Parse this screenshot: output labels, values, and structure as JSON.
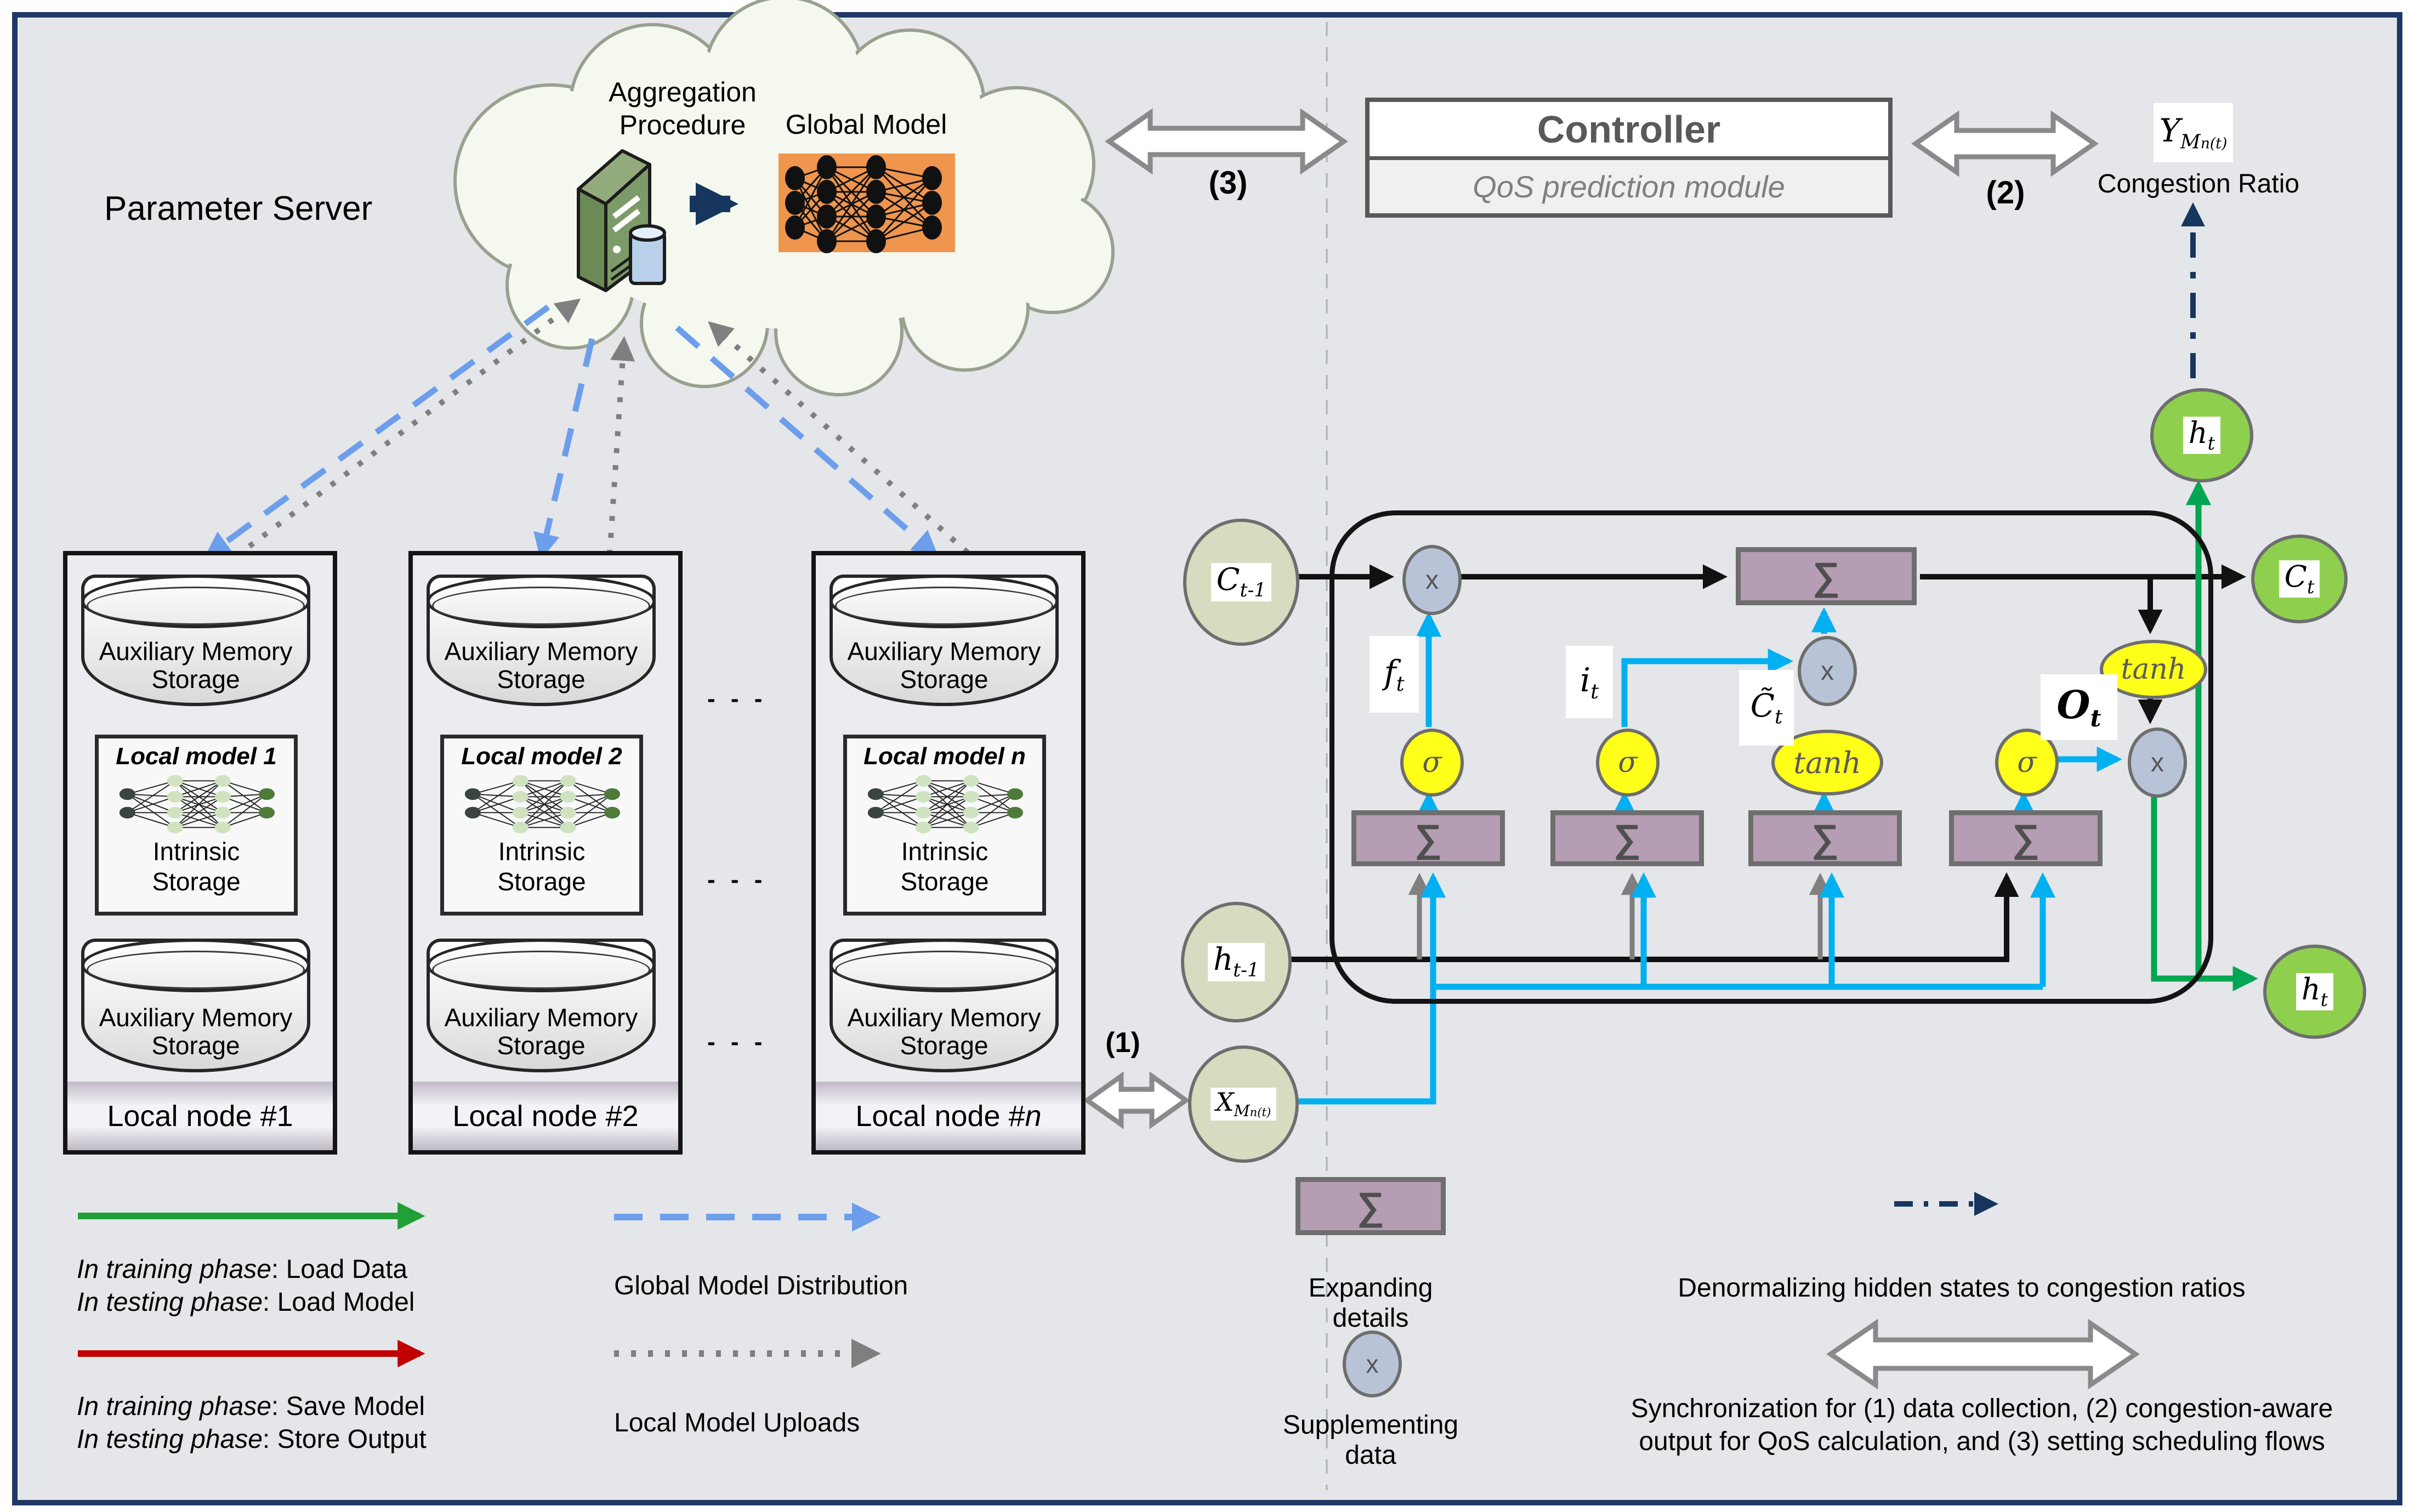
{
  "title": "Parameter Server",
  "cloud": {
    "aggregation": "Aggregation Procedure",
    "global_model": "Global Model"
  },
  "controller": {
    "title": "Controller",
    "subtitle": "QoS prediction module"
  },
  "congestion": {
    "y": "Y",
    "y_sub": "M",
    "y_subsub": "n(t)",
    "label": "Congestion Ratio"
  },
  "sync": {
    "one": "(1)",
    "two": "(2)",
    "three": "(3)"
  },
  "gap_ellipsis": "- - -",
  "nodes": [
    {
      "aux_top": "Auxiliary Memory Storage",
      "model_title": "Local model 1",
      "intrinsic": "Intrinsic Storage",
      "aux_bottom": "Auxiliary Memory Storage",
      "footer_prefix": "Local node #",
      "footer_id": "1"
    },
    {
      "aux_top": "Auxiliary Memory Storage",
      "model_title": "Local model 2",
      "intrinsic": "Intrinsic Storage",
      "aux_bottom": "Auxiliary Memory Storage",
      "footer_prefix": "Local node #",
      "footer_id": "2"
    },
    {
      "aux_top": "Auxiliary Memory Storage",
      "model_title": "Local model n",
      "intrinsic": "Intrinsic Storage",
      "aux_bottom": "Auxiliary Memory Storage",
      "footer_prefix": "Local node #",
      "footer_id": "n"
    }
  ],
  "lstm": {
    "c_prev": {
      "base": "C",
      "sub": "t-1"
    },
    "h_prev": {
      "base": "h",
      "sub": "t-1"
    },
    "x_in": {
      "base": "X",
      "sub": "M",
      "subsub": "n(t)"
    },
    "c_out": {
      "base": "C",
      "sub": "t"
    },
    "h_out": {
      "base": "h",
      "sub": "t"
    },
    "sigma": "σ",
    "tanh": "tanh",
    "sum": "∑",
    "mult": "x",
    "f": {
      "base": "f",
      "sub": "t"
    },
    "i": {
      "base": "i",
      "sub": "t"
    },
    "c_tilde": {
      "base": "C̃",
      "sub": "t"
    },
    "o": {
      "base": "O",
      "sub": "t"
    }
  },
  "legend": {
    "load": {
      "l1_italic": "In training phase",
      "l1_rest": ": Load Data",
      "l2_italic": "In testing phase",
      "l2_rest": ": Load Model"
    },
    "save": {
      "l1_italic": "In training phase",
      "l1_rest": ": Save Model",
      "l2_italic": "In testing phase",
      "l2_rest": ": Store Output"
    },
    "distribution": "Global Model Distribution",
    "uploads": "Local Model Uploads",
    "expanding": "Expanding details",
    "supplementing": "Supplementing data",
    "denormalizing": "Denormalizing hidden states to congestion ratios",
    "synchronization": "Synchronization for (1) data collection, (2) congestion-aware output for QoS calculation, and (3) setting scheduling flows"
  }
}
